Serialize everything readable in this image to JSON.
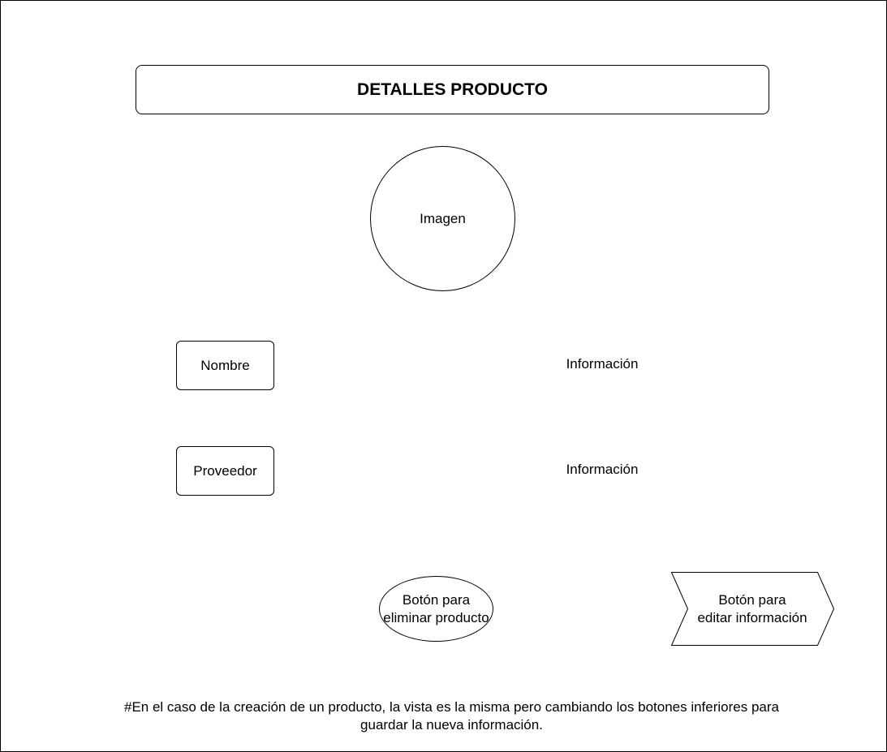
{
  "title": "DETALLES PRODUCTO",
  "image_placeholder": "Imagen",
  "fields": [
    {
      "label": "Nombre",
      "value": "Información"
    },
    {
      "label": "Proveedor",
      "value": "Información"
    }
  ],
  "buttons": {
    "delete_label": "Botón para\neliminar producto",
    "edit_label": "Botón para\neditar información"
  },
  "footnote": "#En el caso de la creación de un producto, la vista es la misma pero cambiando los botones inferiores  para\nguardar la nueva información."
}
